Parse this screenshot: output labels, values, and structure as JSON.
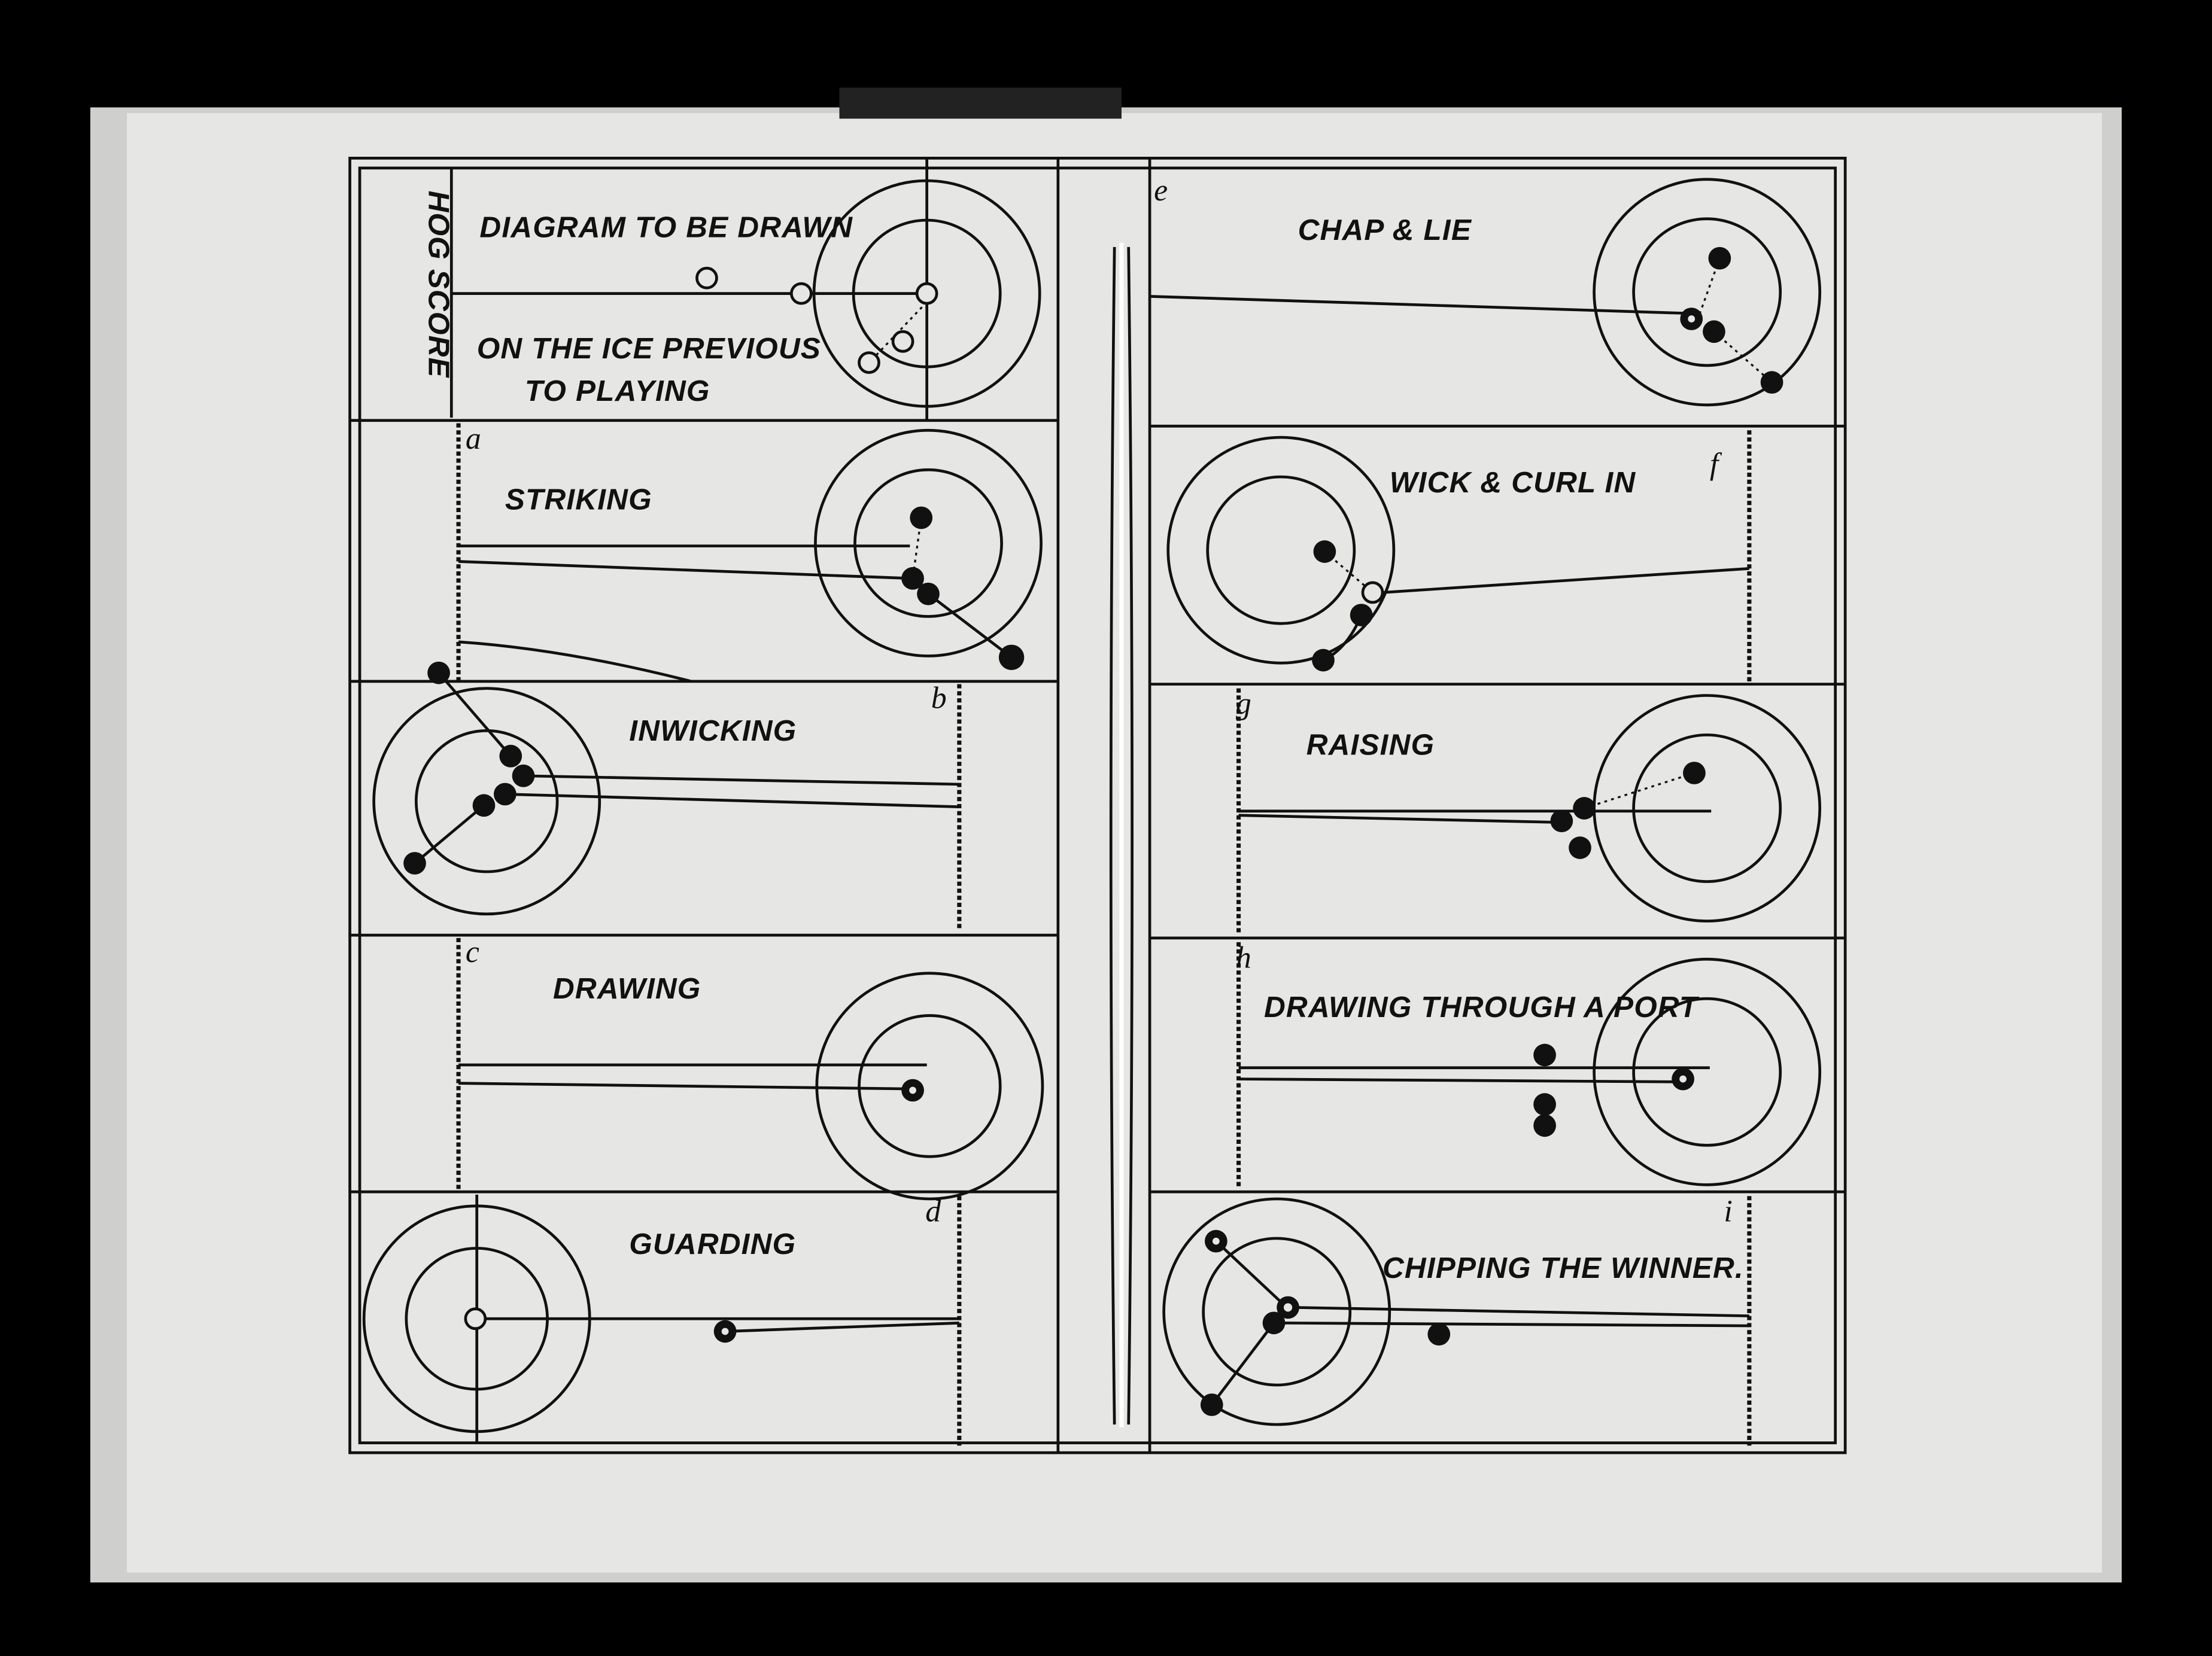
{
  "intro": {
    "line1": "DIAGRAM TO BE DRAWN",
    "line2": "ON THE ICE PREVIOUS",
    "line3": "TO PLAYING",
    "hog_score": "HOG SCORE"
  },
  "panels": [
    {
      "letter": "a",
      "title": "STRIKING"
    },
    {
      "letter": "b",
      "title": "INWICKING"
    },
    {
      "letter": "c",
      "title": "DRAWING"
    },
    {
      "letter": "d",
      "title": "GUARDING"
    },
    {
      "letter": "e",
      "title": "CHAP & LIE"
    },
    {
      "letter": "f",
      "title": "WICK & CURL IN"
    },
    {
      "letter": "g",
      "title": "RAISING"
    },
    {
      "letter": "h",
      "title": "DRAWING THROUGH A PORT"
    },
    {
      "letter": "i",
      "title": "CHIPPING THE WINNER."
    }
  ],
  "colors": {
    "background": "#000000",
    "paper": "#e6e6e4",
    "ink": "#111111"
  }
}
